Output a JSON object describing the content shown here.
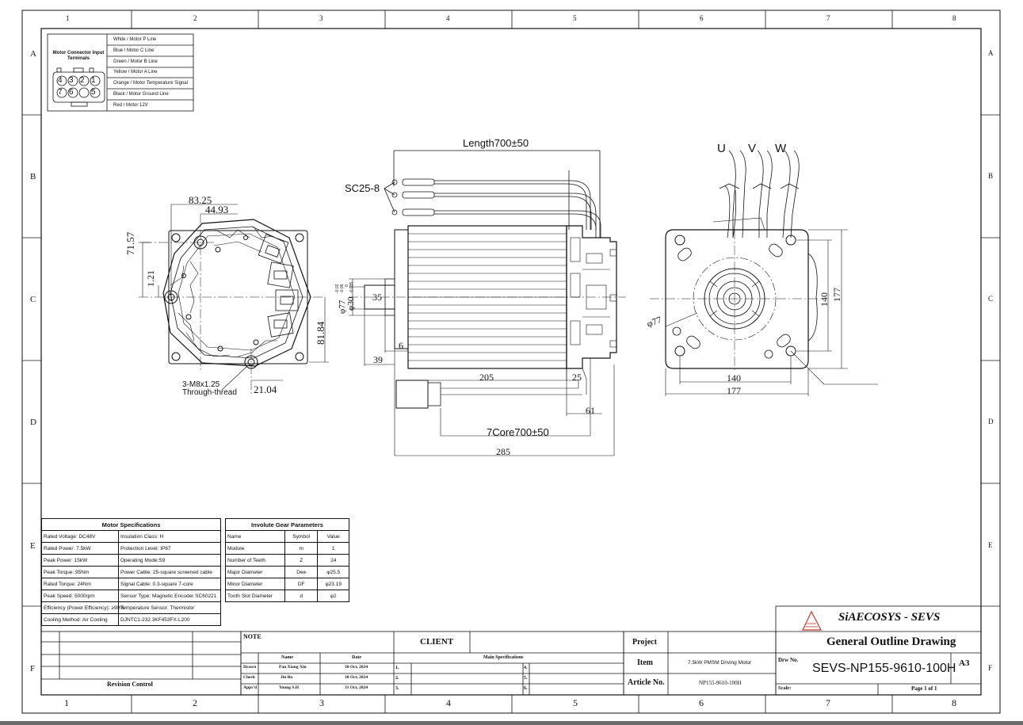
{
  "sheet": {
    "columns": [
      "1",
      "2",
      "3",
      "4",
      "5",
      "6",
      "7",
      "8"
    ],
    "rows": [
      "A",
      "B",
      "C",
      "D",
      "E",
      "F"
    ]
  },
  "connector": {
    "title": "Motor Connector Input Terminals",
    "pins_top": [
      "4",
      "3",
      "2",
      "1"
    ],
    "pins_bottom": [
      "7",
      "6",
      "",
      "5"
    ],
    "lines": [
      "White / Motor P Line",
      "Blue / Motor C Line",
      "Green / Motor B Line",
      "Yellow / Motor A Line",
      "Orange / Motor Temperature Signal",
      "Black / Motor Ground Line",
      "Red / Motor 12V"
    ]
  },
  "views": {
    "left": {
      "dims": [
        "83.25",
        "44.93",
        "71.57",
        "1.21",
        "81.84",
        "21.04"
      ],
      "note": [
        "3-M8x1.25",
        "Through-thread"
      ]
    },
    "side": {
      "length_top": "Length700±50",
      "cable_callout": "SC25-8",
      "shaft": [
        "φ77",
        "φ30",
        "35"
      ],
      "shaft_tol": [
        "-0.02",
        "-0.05",
        "0",
        "-0.035"
      ],
      "dims": [
        "6",
        "39",
        "205",
        "25",
        "61",
        "7Core700±50",
        "285"
      ]
    },
    "front": {
      "phases": [
        "U",
        "V",
        "W"
      ],
      "dims": [
        "φ77",
        "140",
        "177",
        "140",
        "177"
      ]
    }
  },
  "motor_specs": {
    "title": "Motor Specifications",
    "rows": [
      [
        "Rated Voltage: DC48V",
        "Insulation Class: H"
      ],
      [
        "Rated Power: 7.5kW",
        "Protection Level: IP67"
      ],
      [
        "Peak Power: 15kW",
        "Operating Mode:S9"
      ],
      [
        "Peak Torque: 95Nm",
        "Power Cable: 25-square screened cable"
      ],
      [
        "Rated Torque: 24Nm",
        "Signal Cable: 0.3-square 7-core"
      ],
      [
        "Peak Speed: 5000rpm",
        "Sensor Type: Magnetic Encoder SC60221"
      ],
      [
        "Efficiency (Power Efficiency): ≥90%",
        "Temperature Sensor: Thermistor"
      ],
      [
        "Cooling Method: Air Cooling",
        "DJNTC1-232.3KF453FX-L200"
      ]
    ]
  },
  "gear": {
    "title": "Involute Gear Parameters",
    "headers": [
      "Name",
      "Symbol",
      "Value"
    ],
    "rows": [
      [
        "Module",
        "m",
        "1"
      ],
      [
        "Number of Teeth",
        "Z",
        "24"
      ],
      [
        "Major Diameter",
        "Dee",
        "φ25.5"
      ],
      [
        "Minor Diameter",
        "DF",
        "φ23.19"
      ],
      [
        "Tooth Slot Diameter",
        "d",
        "φ2"
      ]
    ]
  },
  "title_block": {
    "company": "SiAECOSYS - SEVS",
    "drawing_title": "General Outline Drawing",
    "revision_label": "Revision Control",
    "note_label": "NOTE",
    "client_label": "CLIENT",
    "project_label": "Project",
    "item_label": "Item",
    "item_value": "7.5kW PMSM Driving Motor",
    "article_label": "Article No.",
    "article_value": "NP155-9610-100H",
    "drw_label": "Drw No.",
    "drw_value": "SEVS-NP155-9610-100H",
    "size": "A3",
    "scale_label": "Scale:",
    "page": "Page 1 of 1",
    "name_header": "Name",
    "date_header": "Date",
    "main_spec_header": "Main Specifications",
    "sign_rows": [
      {
        "role": "Drawn",
        "name": "Pan Xiang Xin",
        "date": "30 Oct, 2024"
      },
      {
        "role": "Check",
        "name": "Jin Bo",
        "date": "30 Oct, 2024"
      },
      {
        "role": "Appr'd",
        "name": "Young S.H",
        "date": "31 Oct, 2024"
      }
    ],
    "spec_nums": [
      "1.",
      "2.",
      "3.",
      "4.",
      "5.",
      "6."
    ]
  },
  "colors": {
    "line": "#111111",
    "company_red": "#c0392b",
    "background": "#ffffff"
  }
}
